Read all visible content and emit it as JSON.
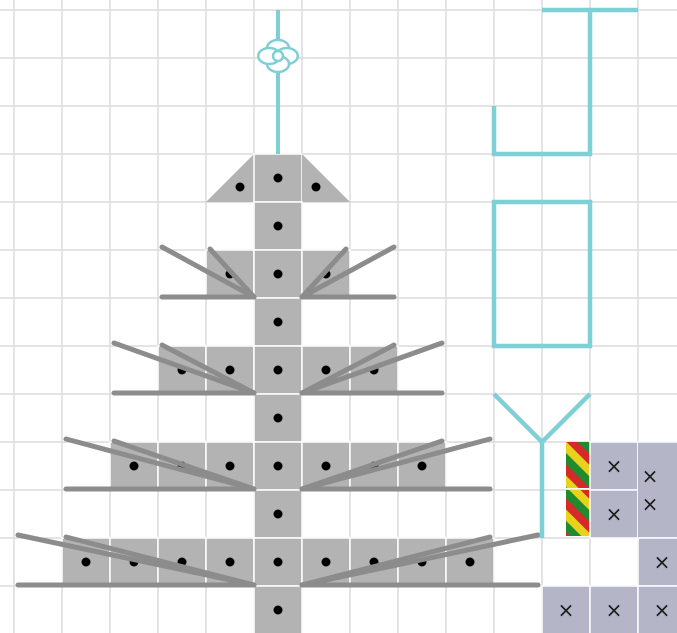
{
  "title": "",
  "colors": {
    "background": "#ffffff",
    "grid": "#dcdcdc",
    "tree_fill": "#b3b3b3",
    "tree_cell_line": "#ffffff",
    "stitch_dot": "#000000",
    "straight_stitch": "#8c8c8c",
    "letters_stroke": "#7ecfd6",
    "cross_fill": "#b4b5c6",
    "cross_mark": "#1a1a1a",
    "stripe_green": "#1f8a2e",
    "stripe_red": "#d42a2a",
    "stripe_yellow": "#e8d21c"
  },
  "icons": [
    "flower-icon",
    "cross-stitch-mark",
    "french-knot-dot"
  ],
  "pattern": {
    "tree": {
      "stitch": "french-knot",
      "rows": [
        {
          "row": 1,
          "cells": 3
        },
        {
          "row": 2,
          "cells": 1
        },
        {
          "row": 3,
          "cells": 3
        },
        {
          "row": 4,
          "cells": 1
        },
        {
          "row": 5,
          "cells": 5
        },
        {
          "row": 6,
          "cells": 1
        },
        {
          "row": 7,
          "cells": 7
        },
        {
          "row": 8,
          "cells": 1
        },
        {
          "row": 9,
          "cells": 9
        },
        {
          "row": 10,
          "cells": 1
        }
      ]
    },
    "letters": {
      "stitch": "backstitch",
      "shapes": [
        "J",
        "O",
        "Y"
      ]
    },
    "striped_column": {
      "stitch": "diagonal-stripe",
      "colors": [
        "green",
        "red",
        "yellow"
      ]
    },
    "cross_stitch_block": {
      "stitch": "cross"
    }
  }
}
